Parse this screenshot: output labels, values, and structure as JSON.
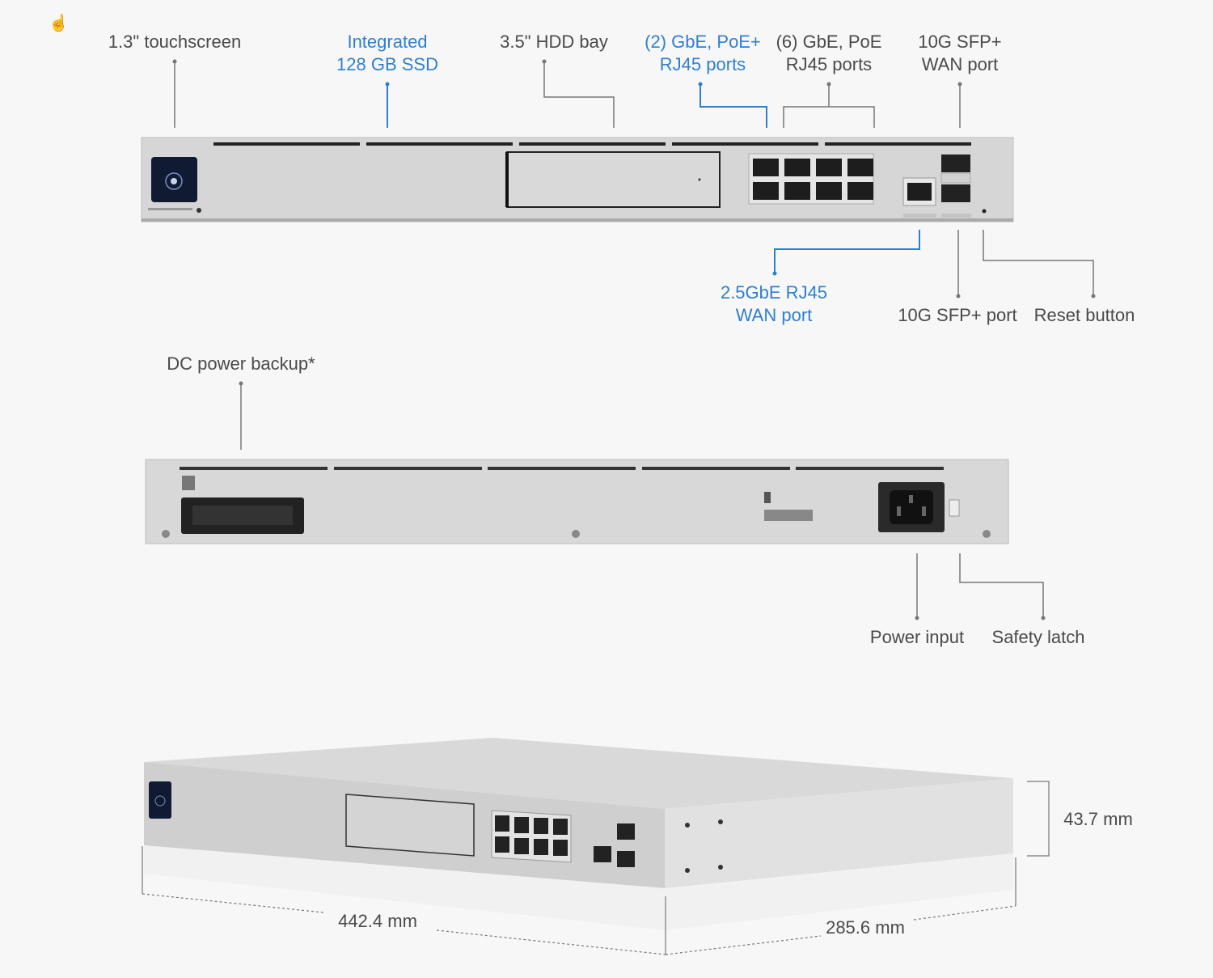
{
  "front_labels": {
    "touchscreen": "1.3\" touchscreen",
    "ssd_line1": "Integrated",
    "ssd_line2": "128 GB SSD",
    "hdd": "3.5\" HDD bay",
    "poe_plus_line1": "(2) GbE, PoE+",
    "poe_plus_line2": "RJ45 ports",
    "poe_line1": "(6) GbE, PoE",
    "poe_line2": "RJ45 ports",
    "sfp_wan_line1": "10G SFP+",
    "sfp_wan_line2": "WAN port",
    "rj45_wan_line1": "2.5GbE RJ45",
    "rj45_wan_line2": "WAN port",
    "sfp_port": "10G SFP+ port",
    "reset": "Reset button"
  },
  "rear_labels": {
    "dc_backup": "DC power backup*",
    "power_input": "Power input",
    "safety_latch": "Safety latch"
  },
  "dimensions": {
    "height": "43.7 mm",
    "width": "442.4 mm",
    "depth": "285.6 mm"
  },
  "colors": {
    "accent": "#2f7fd0",
    "text": "#4a4a4a",
    "chassis": "#d6d6d6"
  }
}
